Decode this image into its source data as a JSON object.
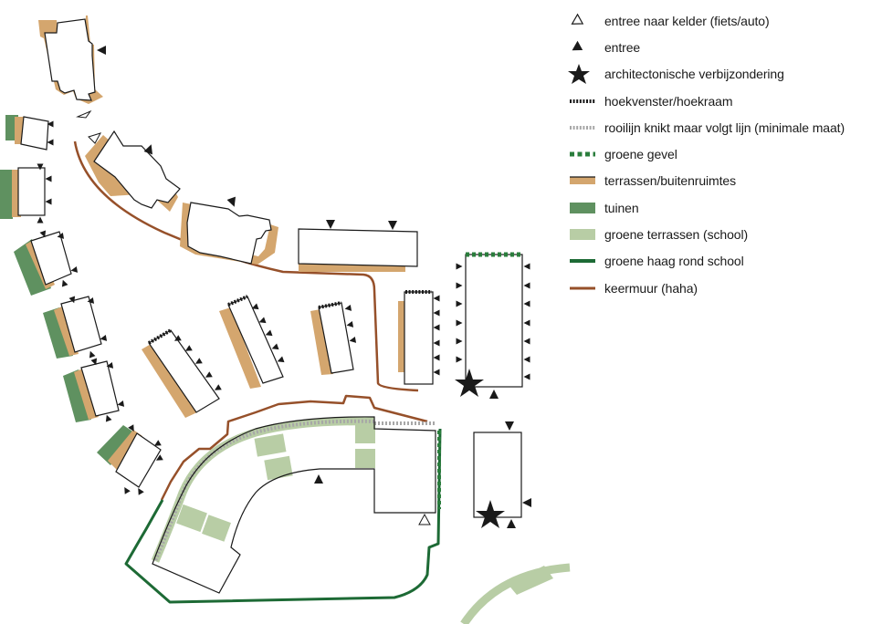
{
  "legend": {
    "items": [
      {
        "symbol": "hollow-triangle-icon",
        "label": "entree naar kelder (fiets/auto)"
      },
      {
        "symbol": "filled-triangle-icon",
        "label": "entree"
      },
      {
        "symbol": "star-icon",
        "label": "architectonische verbijzondering"
      },
      {
        "symbol": "dotted-black-line-icon",
        "label": "hoekvenster/hoekraam"
      },
      {
        "symbol": "dotted-grey-line-icon",
        "label": "rooilijn knikt maar volgt lijn (minimale maat)"
      },
      {
        "symbol": "dashed-green-line-icon",
        "label": "groene gevel"
      },
      {
        "symbol": "tan-bar-icon",
        "label": "terrassen/buitenruimtes"
      },
      {
        "symbol": "green-bar-icon",
        "label": "tuinen"
      },
      {
        "symbol": "light-green-bar-icon",
        "label": "groene terrassen (school)"
      },
      {
        "symbol": "dark-green-line-icon",
        "label": "groene haag rond school"
      },
      {
        "symbol": "brown-line-icon",
        "label": "keermuur (haha)"
      }
    ]
  },
  "colors": {
    "terrace": "#d4a66e",
    "garden": "#5f9160",
    "green_terrace": "#b8cda5",
    "hedge": "#1d6a35",
    "retaining_wall": "#96502a",
    "green_facade": "#2a7d3c",
    "grey_line": "#a7a7a7",
    "black": "#1a1a1a"
  }
}
